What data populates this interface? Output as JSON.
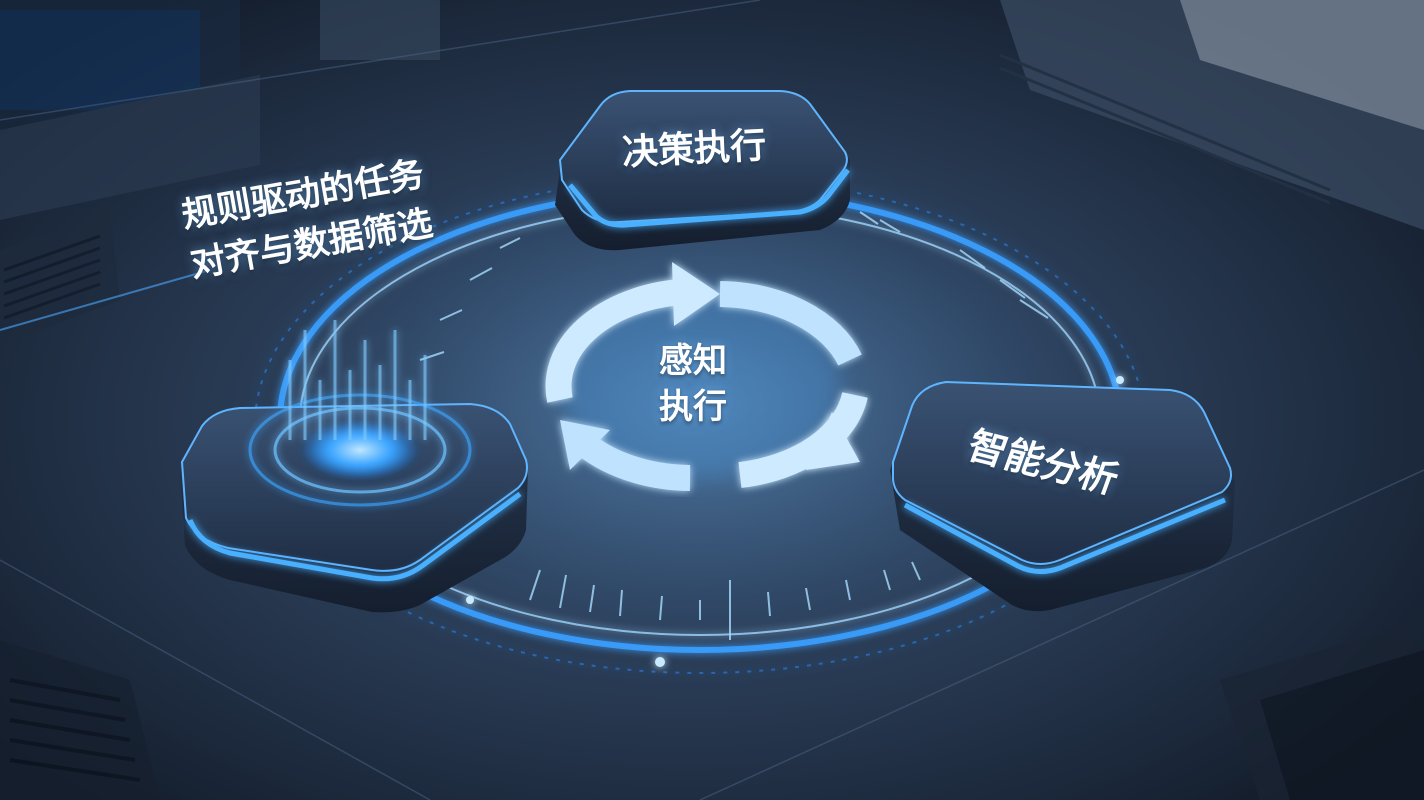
{
  "diagram": {
    "center": {
      "line1": "感知",
      "line2": "执行",
      "icon": "cycle-arrows-icon"
    },
    "nodes": {
      "top": {
        "label": "决策执行"
      },
      "right": {
        "label": "智能分析"
      },
      "left": {
        "label": "",
        "icon": "data-hologram-icon"
      }
    },
    "side_title": {
      "line1": "规则驱动的任务",
      "line2": "对齐与数据筛选"
    }
  },
  "colors": {
    "glow": "#3aa0ff",
    "glow_light": "#9fd6ff",
    "panel": "#24344c",
    "text": "#ffffff"
  }
}
